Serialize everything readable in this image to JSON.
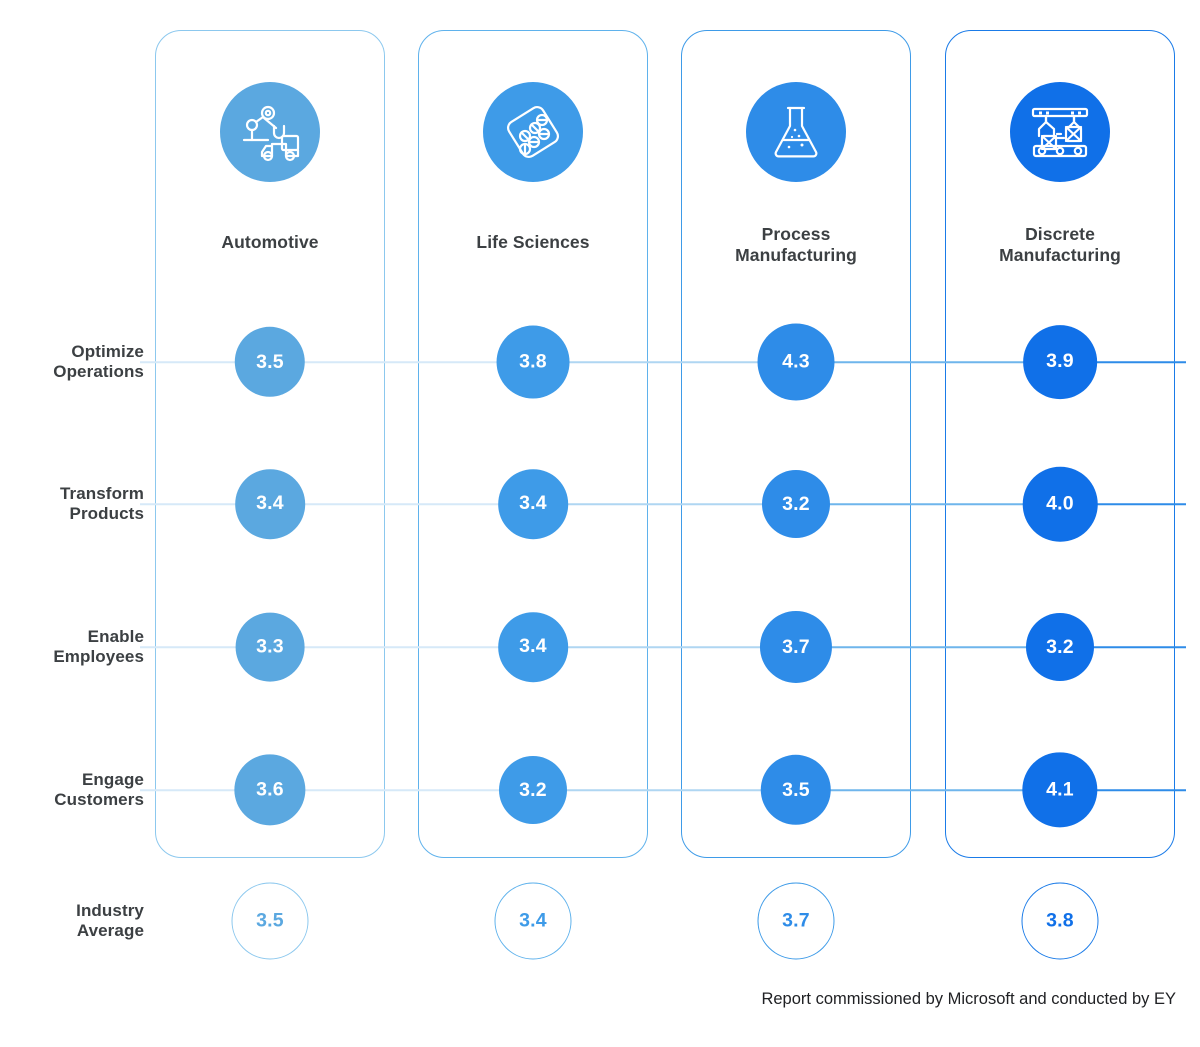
{
  "chart_data": {
    "type": "heatmap",
    "title": "",
    "subtitle": "",
    "xlabel": "",
    "ylabel": "",
    "legend_position": "none",
    "grid": false,
    "value_range": [
      3.2,
      4.3
    ],
    "categories": [
      "Automotive",
      "Life Sciences",
      "Process Manufacturing",
      "Discrete Manufacturing"
    ],
    "rows": [
      "Optimize Operations",
      "Transform Products",
      "Enable Employees",
      "Engage Customers"
    ],
    "series": [
      {
        "name": "Optimize Operations",
        "values": [
          3.5,
          3.8,
          4.3,
          3.9
        ]
      },
      {
        "name": "Transform Products",
        "values": [
          3.4,
          3.4,
          3.2,
          4.0
        ]
      },
      {
        "name": "Enable Employees",
        "values": [
          3.3,
          3.4,
          3.7,
          3.2
        ]
      },
      {
        "name": "Engage Customers",
        "values": [
          3.6,
          3.2,
          3.5,
          4.1
        ]
      }
    ],
    "industry_average_label": "Industry Average",
    "industry_average": [
      3.5,
      3.4,
      3.7,
      3.8
    ],
    "annotations": [
      "Report commissioned by Microsoft and conducted by EY"
    ]
  },
  "columns": [
    {
      "label_line1": "Automotive",
      "label_line2": "",
      "icon": "robot-arm-truck-icon",
      "color": "#5BA8E0",
      "border_color": "#8CC8EE",
      "line_color": "#D6E9F8"
    },
    {
      "label_line1": "Life Sciences",
      "label_line2": "",
      "icon": "pill-blister-pack-icon",
      "color": "#3E9BE8",
      "border_color": "#5FB2EC",
      "line_color": "#AFD6F2"
    },
    {
      "label_line1": "Process",
      "label_line2": "Manufacturing",
      "icon": "erlenmeyer-flask-icon",
      "color": "#2E8CE8",
      "border_color": "#3E9BE8",
      "line_color": "#6FB5EC"
    },
    {
      "label_line1": "Discrete",
      "label_line2": "Manufacturing",
      "icon": "assembly-line-icon",
      "color": "#1070E8",
      "border_color": "#1A7BE8",
      "line_color": "#2E8CE8"
    }
  ],
  "rows": [
    {
      "label_line1": "Optimize",
      "label_line2": "Operations",
      "values": [
        "3.5",
        "3.8",
        "4.3",
        "3.9"
      ]
    },
    {
      "label_line1": "Transform",
      "label_line2": "Products",
      "values": [
        "3.4",
        "3.4",
        "3.2",
        "4.0"
      ]
    },
    {
      "label_line1": "Enable",
      "label_line2": "Employees",
      "values": [
        "3.3",
        "3.4",
        "3.7",
        "3.2"
      ]
    },
    {
      "label_line1": "Engage",
      "label_line2": "Customers",
      "values": [
        "3.6",
        "3.2",
        "3.5",
        "4.1"
      ]
    }
  ],
  "average_row": {
    "label_line1": "Industry",
    "label_line2": "Average",
    "values": [
      "3.5",
      "3.4",
      "3.7",
      "3.8"
    ]
  },
  "footer": {
    "text": "Report commissioned by Microsoft and conducted by EY"
  },
  "palette": {
    "accent_light": "#5BA8E0",
    "accent_mid1": "#3E9BE8",
    "accent_mid2": "#2E8CE8",
    "accent_dark": "#1070E8",
    "text": "#3c4043",
    "footer_text": "#202124"
  }
}
